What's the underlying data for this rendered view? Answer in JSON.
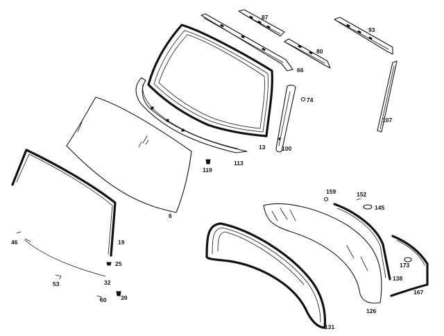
{
  "diagram": {
    "callouts": {
      "c87": "87",
      "c93": "93",
      "c80": "80",
      "c66": "66",
      "c74": "74",
      "c107": "107",
      "c13": "13",
      "c100": "100",
      "c113": "113",
      "c119": "119",
      "c6": "6",
      "c159": "159",
      "c152": "152",
      "c145": "145",
      "c46": "46",
      "c19": "19",
      "c25": "25",
      "c53": "53",
      "c32": "32",
      "c60": "60",
      "c39": "39",
      "c173": "173",
      "c138": "138",
      "c167": "167",
      "c126": "126",
      "c131": "131"
    }
  }
}
